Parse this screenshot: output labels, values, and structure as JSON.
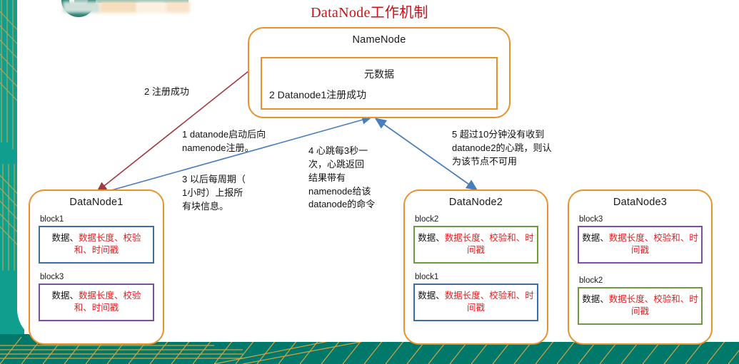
{
  "slide": {
    "title": "DataNode工作机制",
    "title_color": "#cc1018",
    "accent_color": "#e8922e",
    "background_color": "#ffffff",
    "deco_teal": "#109e8e"
  },
  "logo": {
    "name": "circle-logo",
    "color": "#2a8173"
  },
  "namenode": {
    "title": "NameNode",
    "meta_title": "元数据",
    "meta_line": "2 Datanode1注册成功"
  },
  "datanodes": [
    {
      "title": "DataNode1",
      "blocks": [
        {
          "label": "block1",
          "border_color": "#3b6ea5",
          "text_dark": "数据、",
          "text_red": "数据长度、校验和、时间戳"
        },
        {
          "label": "block3",
          "border_color": "#7b4ea8",
          "text_dark": "数据、",
          "text_red": "数据长度、校验和、时间戳"
        }
      ]
    },
    {
      "title": "DataNode2",
      "blocks": [
        {
          "label": "block2",
          "border_color": "#6f9b3e",
          "text_dark": "数据、",
          "text_red": "数据长度、校验和、时间戳"
        },
        {
          "label": "block1",
          "border_color": "#3b6ea5",
          "text_dark": "数据、",
          "text_red": "数据长度、校验和、时间戳"
        }
      ]
    },
    {
      "title": "DataNode3",
      "blocks": [
        {
          "label": "block3",
          "border_color": "#7b4ea8",
          "text_dark": "数据、",
          "text_red": "数据长度、校验和、时间戳"
        },
        {
          "label": "block2",
          "border_color": "#6f9b3e",
          "text_dark": "数据、",
          "text_red": "数据长度、校验和、时间戳"
        }
      ]
    }
  ],
  "notes": {
    "note2": "2 注册成功",
    "note1": "1 datanode启动后向\nnamenode注册。",
    "note3": "3 以后每周期（\n1小时）上报所\n有块信息。",
    "note4": "4 心跳每3秒一\n次，心跳返回\n结果带有\nnamenode给该\ndatanode的命令",
    "note5": "5 超过10分钟没有收到\ndatanode2的心跳，则认\n为该节点不可用"
  },
  "arrows": {
    "register_reply_color": "#a23a41",
    "heartbeat_color": "#4a7ebb"
  }
}
